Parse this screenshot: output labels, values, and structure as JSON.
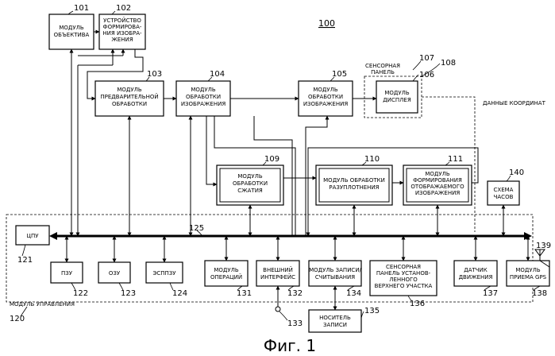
{
  "figure": {
    "ref": "100",
    "caption": "Фиг. 1"
  },
  "blocks": {
    "b101": {
      "lines": [
        "МОДУЛЬ",
        "ОБЪЕКТИВА"
      ],
      "ref": "101"
    },
    "b102": {
      "lines": [
        "УСТРОЙСТВО",
        "ФОРМИРОВА-",
        "НИЯ ИЗОБРА-",
        "ЖЕНИЯ"
      ],
      "ref": "102"
    },
    "b103": {
      "lines": [
        "МОДУЛЬ",
        "ПРЕДВАРИТЕЛЬНОЙ",
        "ОБРАБОТКИ"
      ],
      "ref": "103"
    },
    "b104": {
      "lines": [
        "МОДУЛЬ",
        "ОБРАБОТКИ",
        "ИЗОБРАЖЕНИЯ"
      ],
      "ref": "104"
    },
    "b105": {
      "lines": [
        "МОДУЛЬ",
        "ОБРАБОТКИ",
        "ИЗОБРАЖЕНИЯ"
      ],
      "ref": "105"
    },
    "b106": {
      "lines": [
        "МОДУЛЬ",
        "ДИСПЛЕЯ"
      ],
      "ref": "106"
    },
    "b107": {
      "lines": [
        "СЕНСОРНАЯ",
        "ПАНЕЛЬ"
      ],
      "ref": "107"
    },
    "b108": {
      "ref": "108"
    },
    "b109": {
      "lines": [
        "МОДУЛЬ",
        "ОБРАБОТКИ",
        "СЖАТИЯ"
      ],
      "ref": "109"
    },
    "b110": {
      "lines": [
        "МОДУЛЬ ОБРАБОТКИ",
        "РАЗУПЛОТНЕНИЯ"
      ],
      "ref": "110"
    },
    "b111": {
      "lines": [
        "МОДУЛЬ",
        "ФОРМИРОВАНИЯ",
        "ОТОБРАЖАЕМОГО",
        "ИЗОБРАЖЕНИЯ"
      ],
      "ref": "111"
    },
    "b140": {
      "lines": [
        "СХЕМА",
        "ЧАСОВ"
      ],
      "ref": "140"
    },
    "b121": {
      "lines": [
        "ЦПУ"
      ],
      "ref": "121"
    },
    "b122": {
      "lines": [
        "ПЗУ"
      ],
      "ref": "122"
    },
    "b123": {
      "lines": [
        "ОЗУ"
      ],
      "ref": "123"
    },
    "b124": {
      "lines": [
        "ЭСППЗУ"
      ],
      "ref": "124"
    },
    "b131": {
      "lines": [
        "МОДУЛЬ",
        "ОПЕРАЦИЙ"
      ],
      "ref": "131"
    },
    "b132": {
      "lines": [
        "ВНЕШНИЙ",
        "ИНТЕРФЕЙС"
      ],
      "ref": "132"
    },
    "b134": {
      "lines": [
        "МОДУЛЬ ЗАПИСИ/",
        "СЧИТЫВАНИЯ"
      ],
      "ref": "134"
    },
    "b135": {
      "lines": [
        "НОСИТЕЛЬ",
        "ЗАПИСИ"
      ],
      "ref": "135"
    },
    "b136": {
      "lines": [
        "СЕНСОРНАЯ",
        "ПАНЕЛЬ УСТАНОВ-",
        "ЛЕННОГО",
        "ВЕРХНЕГО УЧАСТКА"
      ],
      "ref": "136"
    },
    "b137": {
      "lines": [
        "ДАТЧИК",
        "ДВИЖЕНИЯ"
      ],
      "ref": "137"
    },
    "b138": {
      "lines": [
        "МОДУЛЬ",
        "ПРИЕМА GPS"
      ],
      "ref": "138"
    }
  },
  "labels": {
    "coords": "ДАННЫЕ КООРДИНАТ",
    "control_module": "МОДУЛЬ УПРАВЛЕНИЯ",
    "bus_ref": "125",
    "control_ref": "120",
    "connector_ref": "133",
    "antenna_ref": "139"
  }
}
